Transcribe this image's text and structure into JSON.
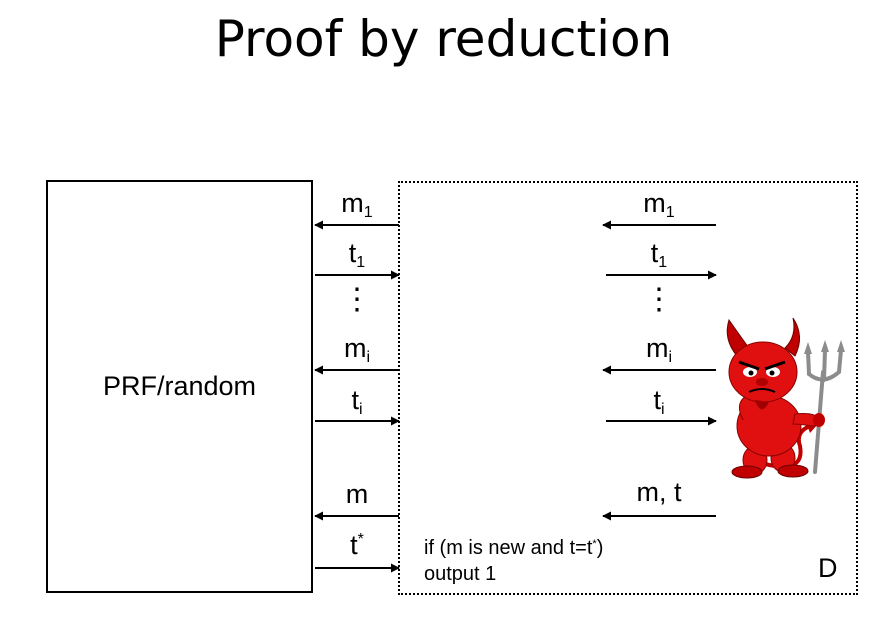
{
  "slide": {
    "title": "Proof by reduction"
  },
  "prf_box": {
    "label": "PRF/random"
  },
  "left_channel": {
    "m1": {
      "base": "m",
      "sub": "1"
    },
    "t1": {
      "base": "t",
      "sub": "1"
    },
    "dots": "⋮",
    "mi": {
      "base": "m",
      "sub": "i"
    },
    "ti": {
      "base": "t",
      "sub": "i"
    },
    "m": {
      "base": "m"
    },
    "tstar": {
      "base": "t",
      "sup": "*"
    }
  },
  "right_channel": {
    "m1": {
      "base": "m",
      "sub": "1"
    },
    "t1": {
      "base": "t",
      "sub": "1"
    },
    "dots": "⋮",
    "mi": {
      "base": "m",
      "sub": "i"
    },
    "ti": {
      "base": "t",
      "sub": "i"
    },
    "mt": "m, t"
  },
  "distinguisher": {
    "condition_prefix": "if (m is new and t=t",
    "condition_sup": "*",
    "condition_suffix": ")",
    "output": "output 1",
    "label": "D"
  },
  "icons": {
    "adversary": "devil-icon"
  },
  "colors": {
    "devil_red": "#e01010",
    "devil_dark": "#8a0000",
    "pitchfork": "#8c8c8c"
  }
}
